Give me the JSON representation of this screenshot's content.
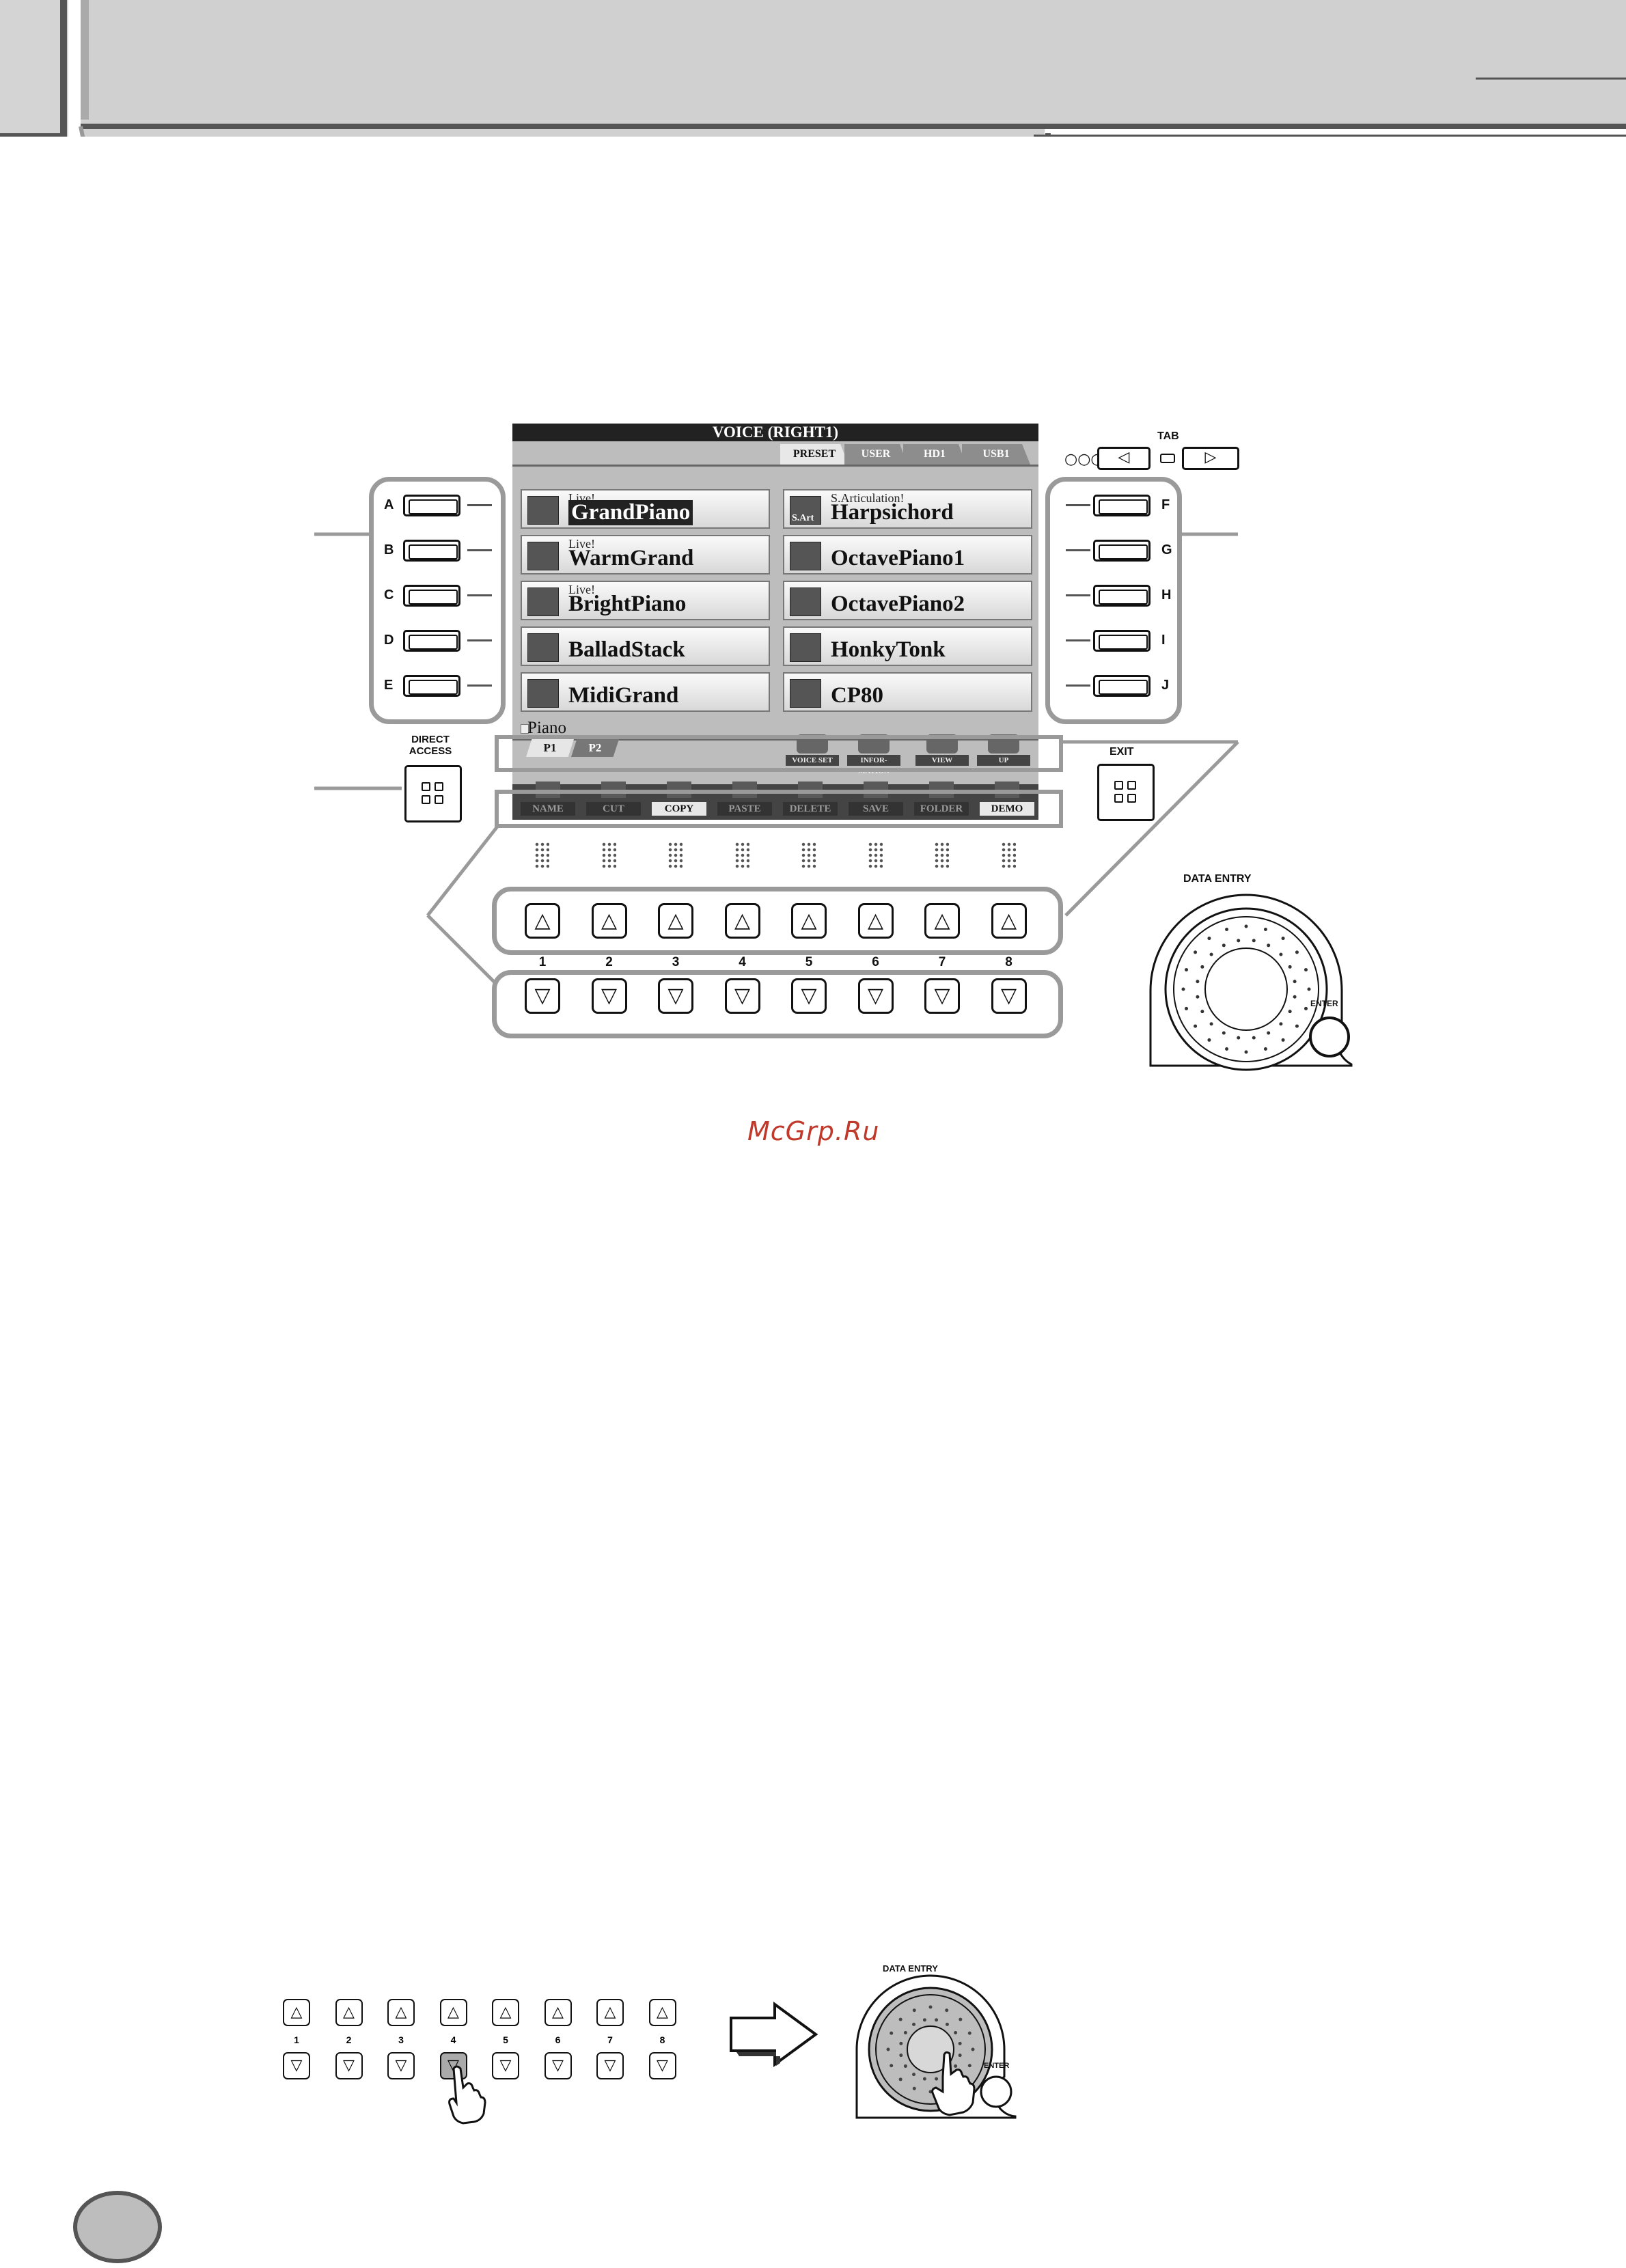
{
  "lcd": {
    "title": "VOICE (RIGHT1)",
    "tabs": [
      "PRESET",
      "USER",
      "HD1",
      "USB1"
    ],
    "voices_left": [
      {
        "small": "Live!",
        "name": "GrandPiano",
        "selected": true
      },
      {
        "small": "Live!",
        "name": "WarmGrand",
        "selected": false
      },
      {
        "small": "Live!",
        "name": "BrightPiano",
        "selected": false
      },
      {
        "small": "",
        "name": "BalladStack",
        "selected": false
      },
      {
        "small": "",
        "name": "MidiGrand",
        "selected": false
      }
    ],
    "voices_right": [
      {
        "small": "S.Articulation!",
        "name": "Harpsichord",
        "badge": "S.Art"
      },
      {
        "small": "",
        "name": "OctavePiano1",
        "badge": ""
      },
      {
        "small": "",
        "name": "OctavePiano2",
        "badge": ""
      },
      {
        "small": "",
        "name": "HonkyTonk",
        "badge": ""
      },
      {
        "small": "",
        "name": "CP80",
        "badge": ""
      }
    ],
    "category": "Piano",
    "page_tabs": [
      "P1",
      "P2"
    ],
    "menu_icons": [
      "VOICE SET",
      "INFOR-MATION",
      "VIEW",
      "UP"
    ],
    "bottom_buttons": [
      "NAME",
      "CUT",
      "COPY",
      "PASTE",
      "DELETE",
      "SAVE",
      "FOLDER",
      "DEMO"
    ]
  },
  "panel": {
    "tab_label": "TAB",
    "left_letters": [
      "A",
      "B",
      "C",
      "D",
      "E"
    ],
    "right_letters": [
      "F",
      "G",
      "H",
      "I",
      "J"
    ],
    "direct_access": "DIRECT ACCESS",
    "exit": "EXIT",
    "data_entry": "DATA ENTRY",
    "enter": "ENTER",
    "numbers": [
      "1",
      "2",
      "3",
      "4",
      "5",
      "6",
      "7",
      "8"
    ]
  },
  "watermark": "McGrp.Ru",
  "bottom_illustration": {
    "numbers": [
      "1",
      "2",
      "3",
      "4",
      "5",
      "6",
      "7",
      "8"
    ],
    "data_entry": "DATA ENTRY",
    "enter": "ENTER",
    "pressed_index": 3
  }
}
